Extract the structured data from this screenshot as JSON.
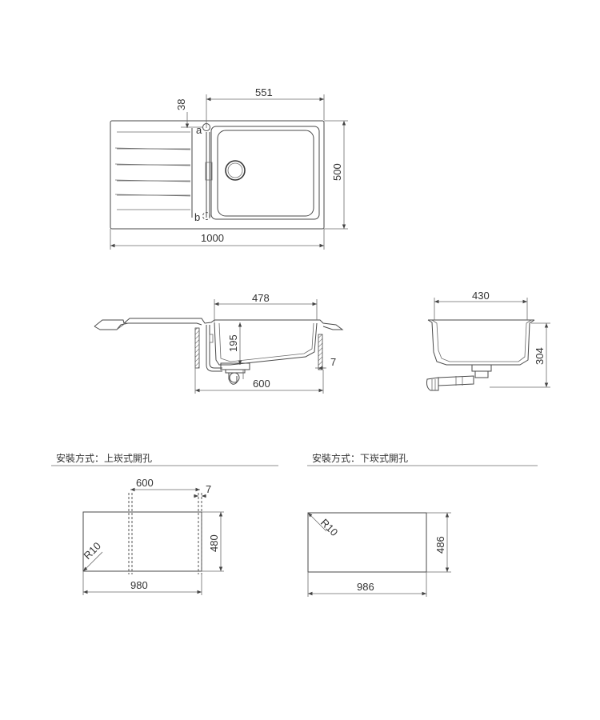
{
  "top_view": {
    "dim_overall_width": "1000",
    "dim_bowl_width": "551",
    "dim_depth": "500",
    "dim_offset": "38",
    "label_a": "a",
    "label_b": "b"
  },
  "side_view": {
    "dim_bowl_width": "478",
    "dim_cabinet": "600",
    "dim_bowl_depth": "195",
    "dim_rim": "7"
  },
  "end_view": {
    "dim_width": "430",
    "dim_height": "304"
  },
  "topmount": {
    "title": "安裝方式：上崁式開孔",
    "dim_cabinet": "600",
    "dim_rim": "7",
    "dim_height": "480",
    "dim_width": "980",
    "dim_radius": "R10"
  },
  "undermount": {
    "title": "安裝方式：下崁式開孔",
    "dim_height": "486",
    "dim_width": "986",
    "dim_radius": "R10"
  }
}
